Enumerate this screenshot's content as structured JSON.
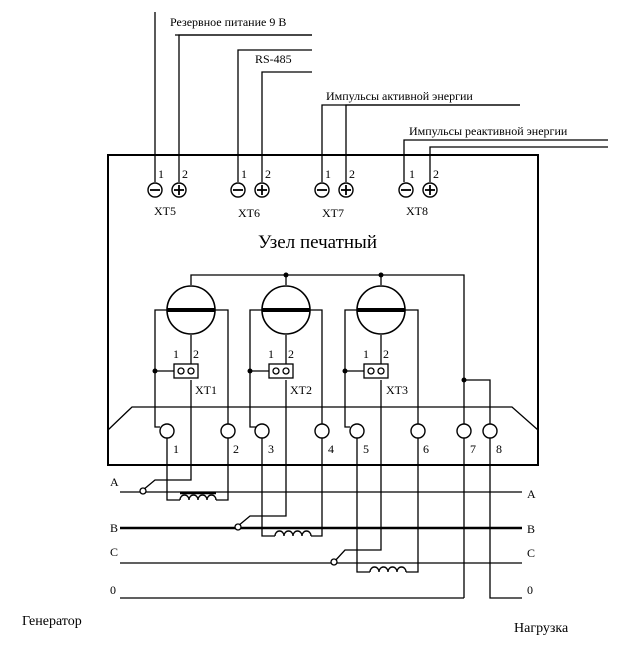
{
  "signals": {
    "reserve": "Резервное питание 9 В",
    "rs485": "RS-485",
    "active": "Импульсы активной энергии",
    "reactive": "Импульсы реактивной энергии"
  },
  "connectors_top": [
    {
      "name": "XT5",
      "pin1": "1",
      "pin2": "2"
    },
    {
      "name": "XT6",
      "pin1": "1",
      "pin2": "2"
    },
    {
      "name": "XT7",
      "pin1": "1",
      "pin2": "2"
    },
    {
      "name": "XT8",
      "pin1": "1",
      "pin2": "2"
    }
  ],
  "unit_label": "Узел печатный",
  "jumpers": [
    {
      "name": "XT1",
      "pin1": "1",
      "pin2": "2"
    },
    {
      "name": "XT2",
      "pin1": "1",
      "pin2": "2"
    },
    {
      "name": "XT3",
      "pin1": "1",
      "pin2": "2"
    }
  ],
  "terminals": [
    "1",
    "2",
    "3",
    "4",
    "5",
    "6",
    "7",
    "8"
  ],
  "phases": {
    "left": [
      "A",
      "B",
      "C",
      "0"
    ],
    "right": [
      "A",
      "B",
      "C",
      "0"
    ]
  },
  "generator": "Генератор",
  "load": "Нагрузка"
}
